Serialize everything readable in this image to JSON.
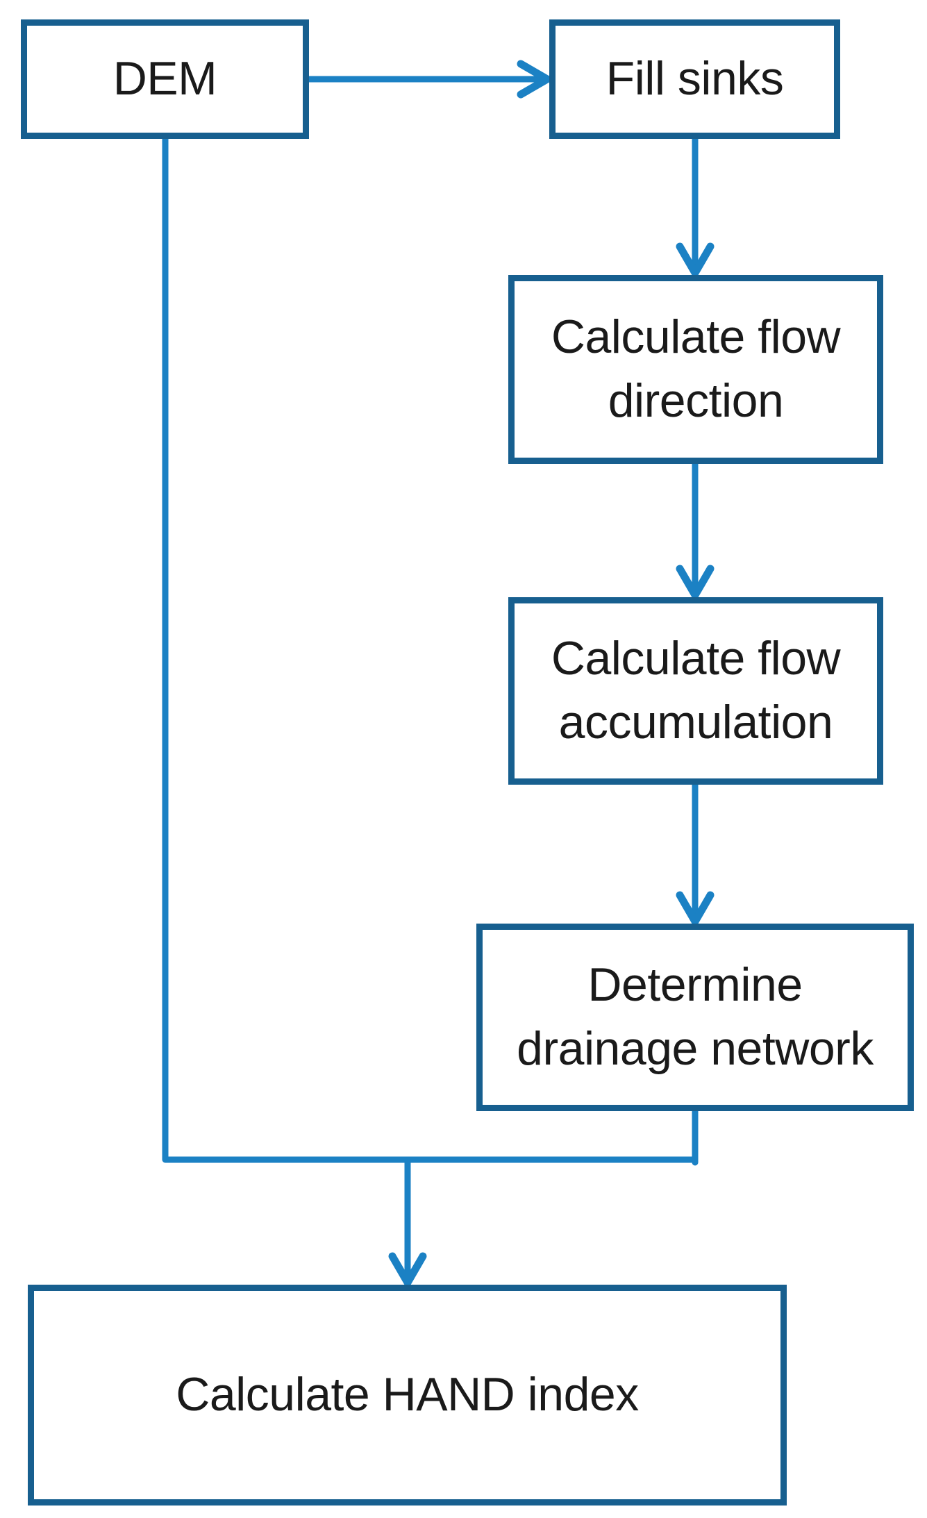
{
  "colors": {
    "box_border": "#175F8F",
    "connector": "#1B81C4",
    "text": "#1A1A1A",
    "background": "#FFFFFF"
  },
  "nodes": [
    {
      "id": "dem",
      "label": "DEM",
      "lines": [
        "DEM"
      ]
    },
    {
      "id": "fill-sinks",
      "label": "Fill sinks",
      "lines": [
        "Fill sinks"
      ]
    },
    {
      "id": "calculate-flow-direction",
      "label": "Calculate flow direction",
      "lines": [
        "Calculate flow",
        "direction"
      ]
    },
    {
      "id": "calculate-flow-accumulation",
      "label": "Calculate flow accumulation",
      "lines": [
        "Calculate flow",
        "accumulation"
      ]
    },
    {
      "id": "determine-drainage-network",
      "label": "Determine drainage network",
      "lines": [
        "Determine",
        "drainage network"
      ]
    },
    {
      "id": "calculate-hand-index",
      "label": "Calculate HAND index",
      "lines": [
        "Calculate HAND index"
      ]
    }
  ],
  "edges": [
    {
      "from": "dem",
      "to": "fill-sinks"
    },
    {
      "from": "fill-sinks",
      "to": "calculate-flow-direction"
    },
    {
      "from": "calculate-flow-direction",
      "to": "calculate-flow-accumulation"
    },
    {
      "from": "calculate-flow-accumulation",
      "to": "determine-drainage-network"
    },
    {
      "from": "dem",
      "to": "calculate-hand-index"
    },
    {
      "from": "determine-drainage-network",
      "to": "calculate-hand-index"
    }
  ]
}
